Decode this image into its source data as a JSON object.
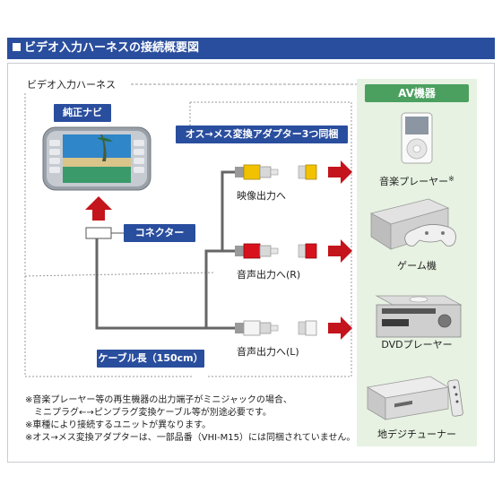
{
  "header": {
    "title": "ビデオ入力ハーネスの接続概要図"
  },
  "section_label": "ビデオ入力ハーネス",
  "navi_label": "純正ナビ",
  "adapter_label": "オス→メス変換アダプター3つ同梱",
  "connector_label": "コネクター",
  "cable_label": "ケーブル長（150cm）",
  "outputs": [
    {
      "label": "映像出力へ",
      "color": "#f2c200"
    },
    {
      "label": "音声出力へ(R)",
      "color": "#d7121c"
    },
    {
      "label": "音声出力へ(L)",
      "color": "#f4f4f4"
    }
  ],
  "av_panel": {
    "title": "AV機器",
    "devices": [
      {
        "label": "音楽プレーヤー",
        "mark": "※",
        "icon": "music-player-icon"
      },
      {
        "label": "ゲーム機",
        "icon": "game-console-icon"
      },
      {
        "label": "DVDプレーヤー",
        "icon": "dvd-player-icon"
      },
      {
        "label": "地デジチューナー",
        "icon": "tv-tuner-icon"
      }
    ]
  },
  "notes": [
    "※音楽プレーヤー等の再生機器の出力端子がミニジャックの場合、",
    "ミニプラグ←→ピンプラグ変換ケーブル等が別途必要です。",
    "※車種により接続するユニットが異なります。",
    "※オス→メス変換アダプターは、一部品番（VHI-M15）には同梱されていません。"
  ],
  "colors": {
    "accent": "#2a4e9e",
    "arrow": "#c4141c",
    "panel": "#e7f2e2",
    "panel_title": "#4ba060"
  }
}
